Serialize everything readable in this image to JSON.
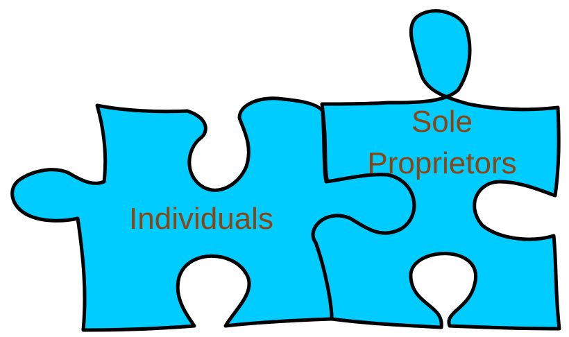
{
  "pieces": {
    "left": {
      "label": "Individuals"
    },
    "right": {
      "label_line1": "Sole",
      "label_line2": "Proprietors"
    }
  },
  "colors": {
    "piece_fill": "#00CCFF",
    "outline": "#000000",
    "label_text": "#8B4513"
  }
}
